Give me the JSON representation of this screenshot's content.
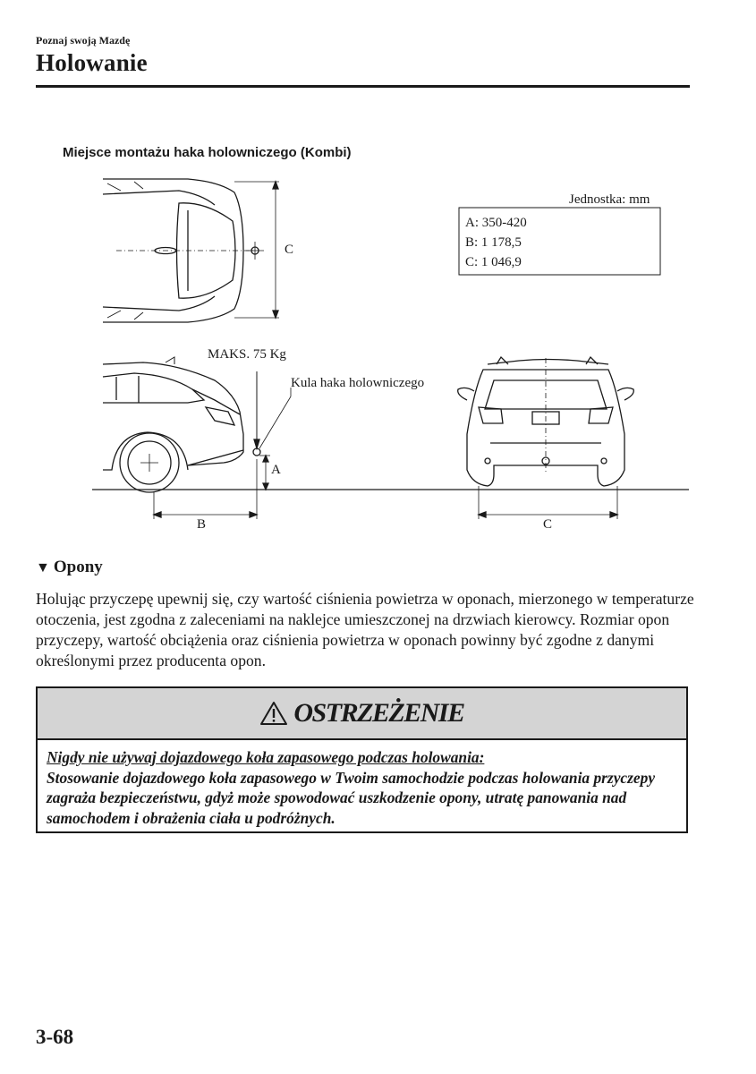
{
  "header": {
    "section": "Poznaj swoją Mazdę",
    "title": "Holowanie"
  },
  "figure": {
    "caption": "Miejsce montażu haka holowniczego (Kombi)",
    "unit_label": "Jednostka: mm",
    "dimensions": [
      "A: 350-420",
      "B: 1 178,5",
      "C: 1 046,9"
    ],
    "label_max_load": "MAKS. 75 Kg",
    "label_tow_ball": "Kula haka holowniczego",
    "dim_letter_a": "A",
    "dim_letter_b": "B",
    "dim_letter_c": "C"
  },
  "tires": {
    "heading": "Opony",
    "paragraph": "Holując przyczepę upewnij się, czy wartość ciśnienia powietrza w oponach, mierzonego w temperaturze otoczenia, jest zgodna z zaleceniami na naklejce umieszczonej na drzwiach kierowcy. Rozmiar opon przyczepy, wartość obciążenia oraz ciśnienia powietrza w oponach powinny być zgodne z danymi określonymi przez producenta opon."
  },
  "warning": {
    "title": "OSTRZEŻENIE",
    "line1": "Nigdy nie używaj dojazdowego koła zapasowego podczas holowania:",
    "line2": "Stosowanie dojazdowego koła zapasowego w Twoim samochodzie podczas holowania przyczepy zagraża bezpieczeństwu, gdyż może spowodować uszkodzenie opony, utratę panowania nad samochodem i obrażenia ciała u podróżnych."
  },
  "footer": {
    "page_number": "3-68"
  }
}
